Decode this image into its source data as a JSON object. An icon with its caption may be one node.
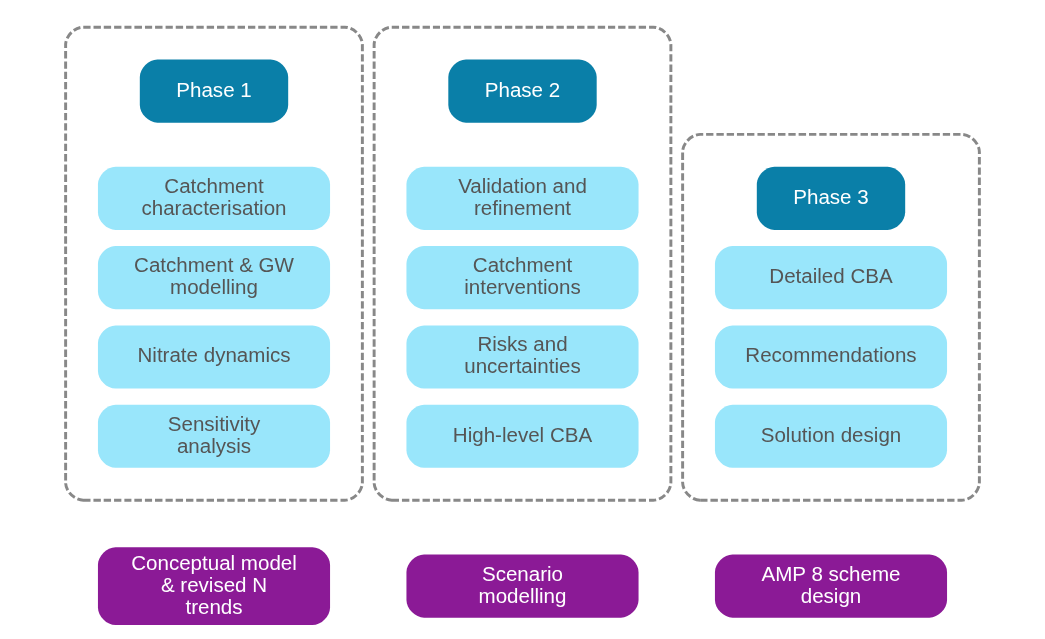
{
  "diagram": {
    "nodes": [
      {
        "text": [],
        "shape": "box"
      },
      {
        "text": [
          "Phase 1"
        ],
        "in": 0
      },
      {
        "text": [
          "Catchment characterisation"
        ],
        "in": 0
      },
      {
        "text": [
          "Catchment & GW modelling"
        ],
        "in": 0
      },
      {
        "text": [
          "Nitrate dynamics"
        ],
        "in": 0
      },
      {
        "text": [
          "Sensitivity analysis"
        ],
        "in": 0
      },
      {
        "text": [],
        "shape": "box"
      },
      {
        "text": [
          "Phase 2"
        ],
        "in": 6
      },
      {
        "text": [
          "Validation and refinement"
        ],
        "in": 6
      },
      {
        "text": [
          "Catchment interventions"
        ],
        "in": 6
      },
      {
        "text": [
          "Risks and uncertainties"
        ],
        "in": 6
      },
      {
        "text": [
          "High-level CBA"
        ],
        "in": 6
      },
      {
        "text": [],
        "shape": "box"
      },
      {
        "text": [
          "Phase 3"
        ],
        "in": 12
      },
      {
        "text": [
          "Detailed CBA"
        ],
        "in": 12
      },
      {
        "text": [
          "Recommendations"
        ],
        "in": 12
      },
      {
        "text": [
          "Solution design"
        ],
        "in": 12
      },
      {
        "text": [
          "Conceptual model & revised N trends"
        ]
      },
      {
        "text": [
          "Scenario modelling"
        ]
      },
      {
        "text": [
          "AMP 8 scheme design"
        ]
      }
    ],
    "edges": []
  }
}
